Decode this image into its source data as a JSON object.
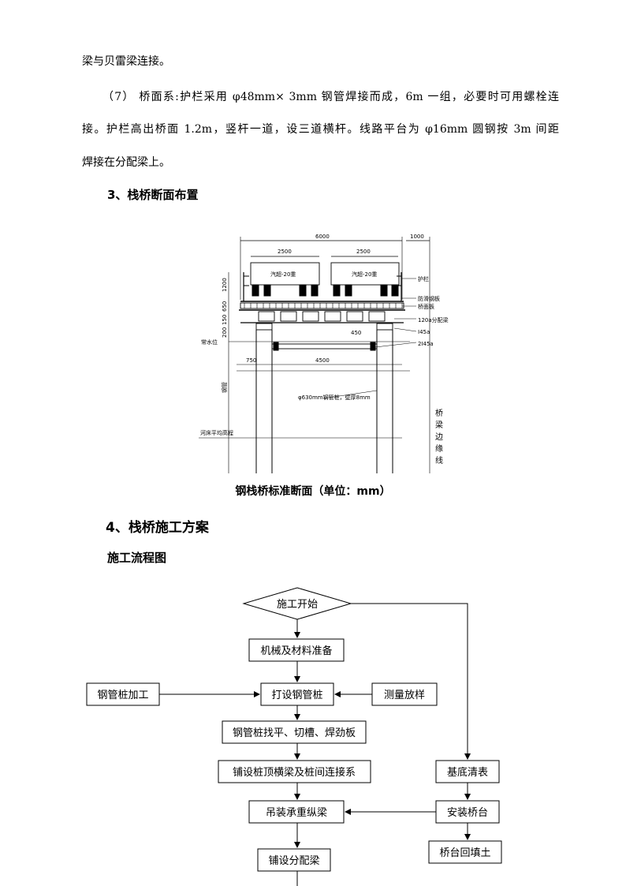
{
  "text": {
    "line1": "梁与贝雷梁连接。",
    "line2": "（7） 桥面系:护栏采用 φ48mm× 3mm 钢管焊接而成，6m 一组，必要时可用螺栓连",
    "line3": "接。护栏高出桥面 1.2m，竖杆一道，设三道横杆。线路平台为 φ16mm 圆钢按 3m 间距",
    "line4": "焊接在分配梁上。"
  },
  "headings": {
    "section3": "3、栈桥断面布置",
    "section4": "4、栈桥施工方案",
    "flow_title": "施工流程图"
  },
  "figure": {
    "caption": "钢栈桥标准断面（单位：mm）",
    "dims": {
      "top_total": "6000",
      "top_right": "1000",
      "lane_left": "2500",
      "lane_right": "2500",
      "bottom_left": "750",
      "bottom_mid": "4500",
      "left_1200": "1200",
      "left_650": "650",
      "left_150": "150",
      "left_200": "200",
      "mid_450": "450"
    },
    "labels": {
      "truck_left": "汽超-20重",
      "truck_right": "汽超-20重",
      "guardrail": "护栏",
      "anti_slip": "防滑钢板",
      "deck_plate": "桥面板",
      "dist_beam": "120a分配梁",
      "beam_145": "I45a",
      "beam_245": "2I45a",
      "water_level": "常水位",
      "pile_note": "φ630mm钢管桩，壁厚8mm",
      "left_vert": "钢管",
      "riverbed": "河床平均高程",
      "edge_line": "桥梁边缘线"
    }
  },
  "flowchart": {
    "start": "施工开始",
    "prepare": "机械及材料准备",
    "pile_processing": "钢管桩加工",
    "drive_pile": "打设钢管桩",
    "survey": "测量放样",
    "pile_leveling": "钢管桩找平、切槽、焊劲板",
    "cross_beam": "铺设桩顶横梁及桩间连接系",
    "base_clean": "基底清表",
    "lift_beam": "吊装承重纵梁",
    "abutment": "安装桥台",
    "dist_beam": "铺设分配梁",
    "backfill": "桥台回填土"
  }
}
